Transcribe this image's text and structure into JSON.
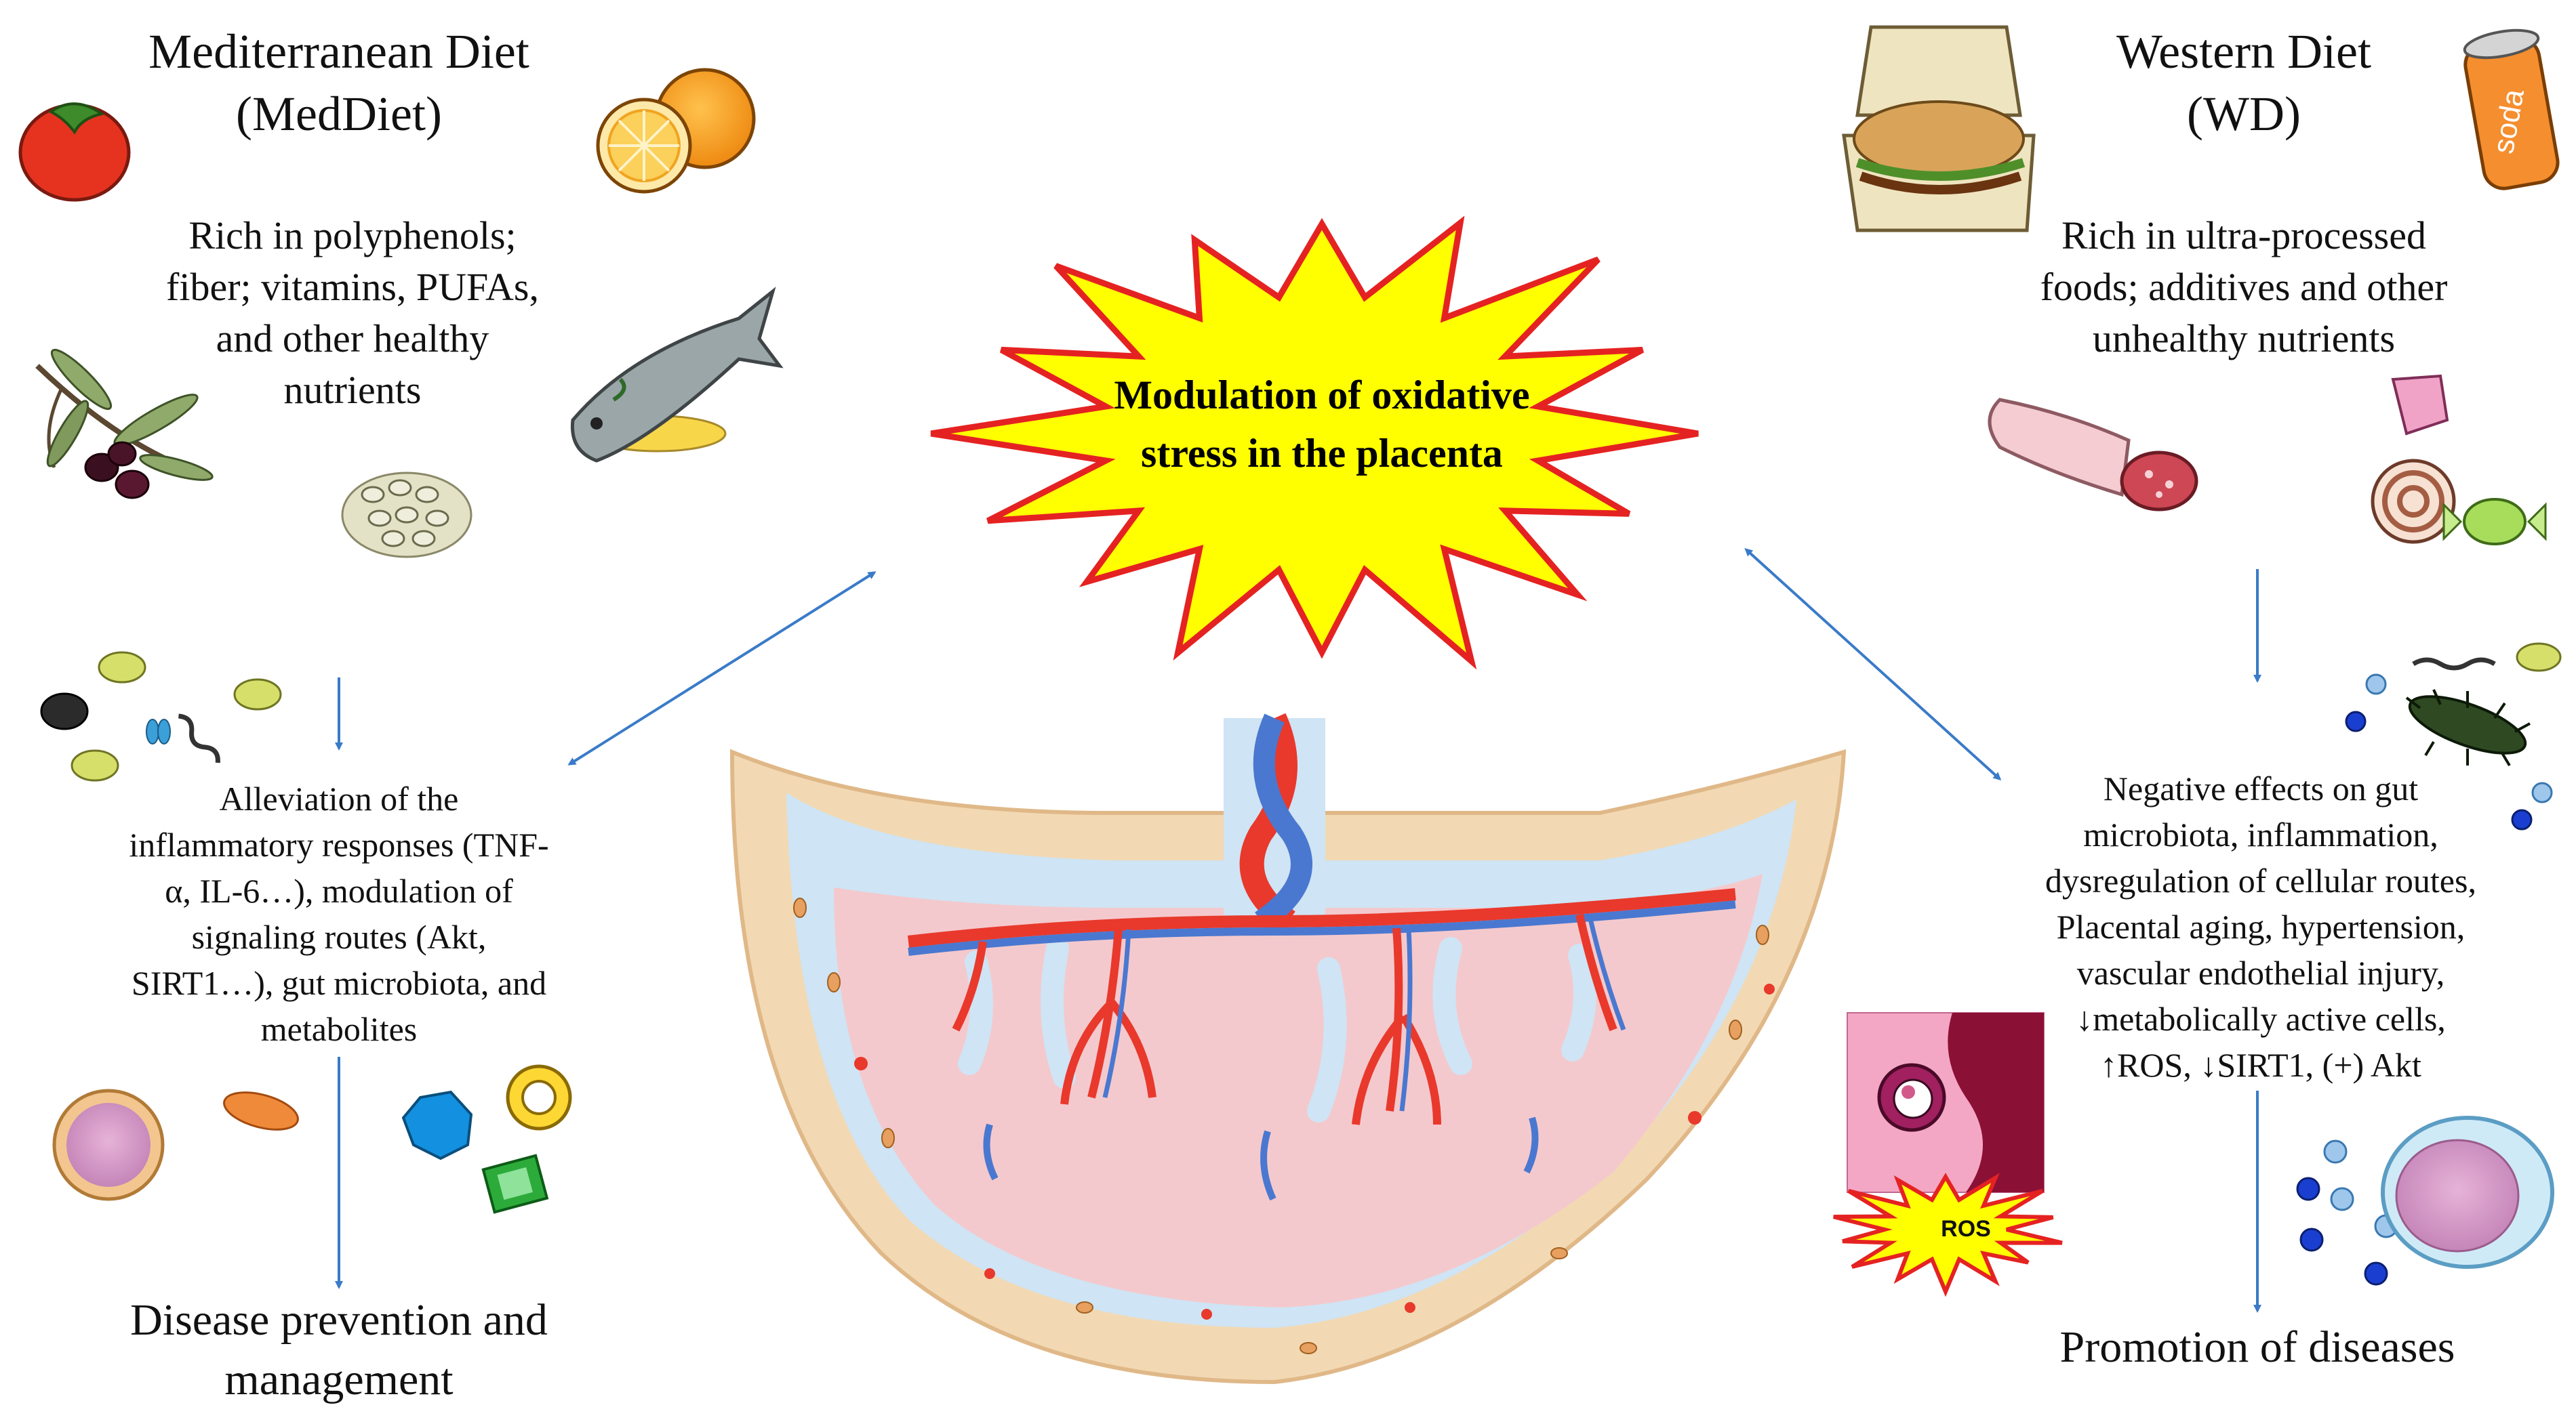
{
  "left": {
    "title": [
      "Mediterranean Diet",
      "(MedDiet)"
    ],
    "description": [
      "Rich in polyphenols;",
      "fiber; vitamins, PUFAs,",
      "and other healthy",
      "nutrients"
    ],
    "effects": [
      "Alleviation of the",
      "inflammatory responses (TNF-",
      "α, IL-6…), modulation of",
      "signaling routes (Akt,",
      "SIRT1…), gut microbiota, and",
      "metabolites"
    ],
    "outcome": [
      "Disease prevention and",
      "management"
    ]
  },
  "right": {
    "title": [
      "Western Diet",
      "(WD)"
    ],
    "description": [
      "Rich in ultra-processed",
      "foods; additives and other",
      "unhealthy nutrients"
    ],
    "effects": [
      "Negative effects on gut",
      "microbiota, inflammation,",
      "dysregulation of cellular routes,",
      "Placental aging, hypertension,",
      "vascular endothelial injury,",
      "↓metabolically active cells,",
      "↑ROS, ↓SIRT1, (+) Akt"
    ],
    "outcome": [
      "Promotion of diseases"
    ],
    "ros_label": "ROS",
    "soda_label": "soda"
  },
  "center": {
    "title": [
      "Modulation of oxidative",
      "stress in the placenta"
    ]
  },
  "icons": {
    "left_foods": [
      "tomato-icon",
      "orange-icon",
      "olive-branch-icon",
      "fish-icon",
      "beans-icon"
    ],
    "right_foods": [
      "burger-box-icon",
      "soda-can-icon",
      "salami-icon",
      "candy-icon"
    ],
    "cells": [
      "bacteria-cluster-icon",
      "macrophage-cell-icon",
      "molecule-shapes-icon",
      "embryo-ros-icon",
      "inflamed-cell-icon"
    ]
  },
  "colors": {
    "arrow": "#3a7bc8",
    "starburst_fill": "#ffff00",
    "starburst_stroke": "#e52222",
    "placenta_tissue": "#f4c9cd",
    "placenta_outer": "#f2d9b3",
    "artery": "#e8392c",
    "vein": "#4a78d0"
  }
}
